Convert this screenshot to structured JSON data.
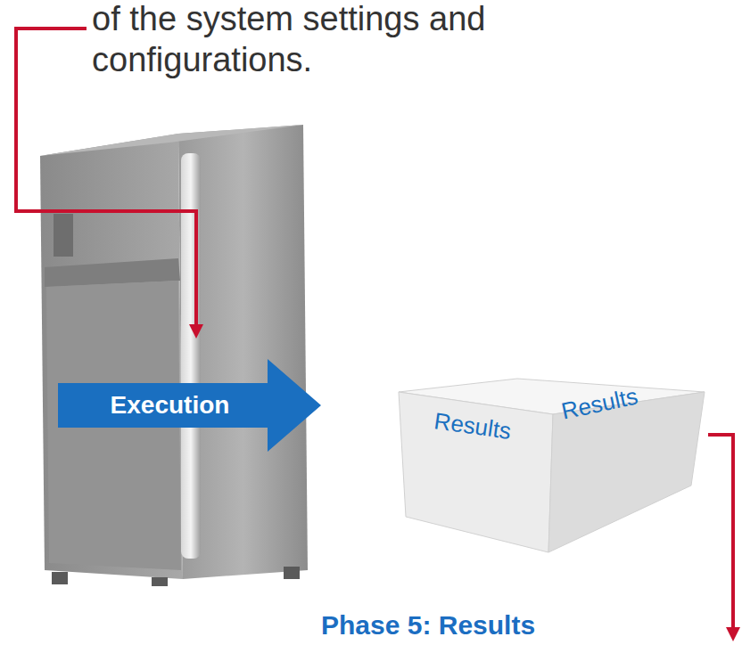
{
  "diagram": {
    "nodes": [
      {
        "text": [
          "Execution"
        ]
      },
      {
        "text": [
          "Results",
          "Results"
        ]
      }
    ],
    "labels": [
      "of the system settings and configurations.",
      "Phase 5: Results"
    ]
  }
}
